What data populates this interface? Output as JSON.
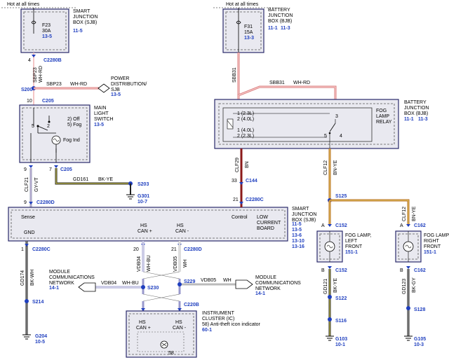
{
  "hot_left": "Hot at all times",
  "hot_right": "Hot at all times",
  "sjb_title": "SMART JUNCTION BOX (SJB)",
  "sjb_ref": "11-5",
  "fuse_f23": "F23",
  "fuse_f23_amp": "30A",
  "fuse_f23_ref": "13-5",
  "c2280b_pin": "4",
  "c2280b": "C2280B",
  "w_sbp23": "SBP23",
  "w_whrd": "WH-RD",
  "s200": "S200",
  "sbp23_b": "SBP23",
  "whrd_b": "WH-RD",
  "pd_title": "POWER DISTRIBUTION/ SJB",
  "pd_ref": "13-5",
  "c205_pin": "10",
  "c205": "C205",
  "mls_title": "MAIN LIGHT SWITCH",
  "mls_ref": "13-5",
  "sw_off": "2) Off",
  "sw_fog": "5) Fog",
  "sw_n5": "5",
  "sw_n2": "2",
  "fog_ind": "Fog Ind",
  "c205b_p9": "9",
  "c205b_p7": "7",
  "c205b": "C205",
  "gd161": "GD161",
  "bkye": "BK-YE",
  "s203": "S203",
  "g301": "G301",
  "g301_ref": "10-7",
  "w_clf21": "CLF21",
  "w_gyvt": "GY-VT",
  "c2280d_pin": "9",
  "c2280d": "C2280D",
  "lcb_sense": "Sense",
  "lcb_control": "Control",
  "lcb_title": "SMART JUNCTION BOX (SJB) LOW CURRENT BOARD",
  "lcb_ref1": "11-5",
  "lcb_ref2": "13-5",
  "lcb_ref3": "13-6",
  "lcb_ref4": "13-10",
  "lcb_ref5": "13-16",
  "gnd": "GND",
  "hs_can_p": "HS CAN +",
  "hs_can_m": "HS CAN -",
  "c2280c_p1": "1",
  "c2280c_l": "C2280C",
  "c2280d_p20": "20",
  "c2280d_p21": "21",
  "c2280d_b": "C2280D",
  "gd174": "GD174",
  "bkwh": "BK-WH",
  "vdb04": "VDB04",
  "whbu": "WH-BU",
  "vdb05": "VDB05",
  "wh": "WH",
  "mcn_left": "MODULE COMMUNICATIONS NETWORK",
  "mcn_left_ref": "14-1",
  "vdb04_h": "VDB04",
  "whbu_h": "WH-BU",
  "s230": "S230",
  "s229": "S229",
  "vdb05_h": "VDB05",
  "wh_h": "WH",
  "mcn_right": "MODULE COMMUNICATIONS NETWORK",
  "mcn_right_ref": "14-1",
  "s214": "S214",
  "c220b": "C220B",
  "ic_title": "INSTRUMENT CLUSTER (IC)",
  "ic_sub": "58) Anti-theft icon indicator",
  "ic_ref": "60-1",
  "ic_can_p": "HS CAN +",
  "ic_can_m": "HS CAN -",
  "ic_58": "58",
  "g204": "G204",
  "g204_ref": "10-5",
  "bjb_title": "BATTERY JUNCTION BOX (BJB)",
  "bjb_ref1": "11-1",
  "bjb_ref2": "11-3",
  "fuse_f31": "F31",
  "fuse_f31_amp": "15A",
  "fuse_f31_ref": "13-3",
  "sbb31_v": "SBB31",
  "sbb31": "SBB31",
  "whrd2": "WH-RD",
  "relay_title": "FOG LAMP RELAY",
  "bjb2_title": "BATTERY JUNCTION BOX (BJB)",
  "bjb2_ref1": "11-1",
  "bjb2_ref2": "11-3",
  "r1": "1 (2.3L)",
  "r2": "2 (4.0L)",
  "r3": "1 (4.0L)",
  "r4": "2 (2.3L)",
  "r_3": "3",
  "r_5": "5",
  "r_4": "4",
  "clf29": "CLF29",
  "bn": "BN",
  "c144_p": "33",
  "c144": "C144",
  "c2280c_p21": "21",
  "c2280c_r": "C2280C",
  "clf12_a": "CLF12",
  "bnye_a": "BN-YE",
  "s125": "S125",
  "clf12_b": "CLF12",
  "bnye_b": "BN-YE",
  "a_left": "A",
  "c152_a": "C152",
  "a_right": "A",
  "c162_a": "C162",
  "fog_lf": "FOG LAMP, LEFT FRONT",
  "fog_lf_ref": "151-1",
  "fog_rf": "FOG LAMP, RIGHT FRONT",
  "fog_rf_ref": "151-1",
  "b_left": "B",
  "c152_b": "C152",
  "b_right": "B",
  "c162_b": "C162",
  "gd121": "GD121",
  "bkye_l": "BK-YE",
  "gd123": "GD123",
  "bkgy": "BK-GY",
  "s122": "S122",
  "s128": "S128",
  "s116": "S116",
  "g103": "G103",
  "g103_ref": "10-1",
  "g105": "G105",
  "g105_ref": "10-3"
}
